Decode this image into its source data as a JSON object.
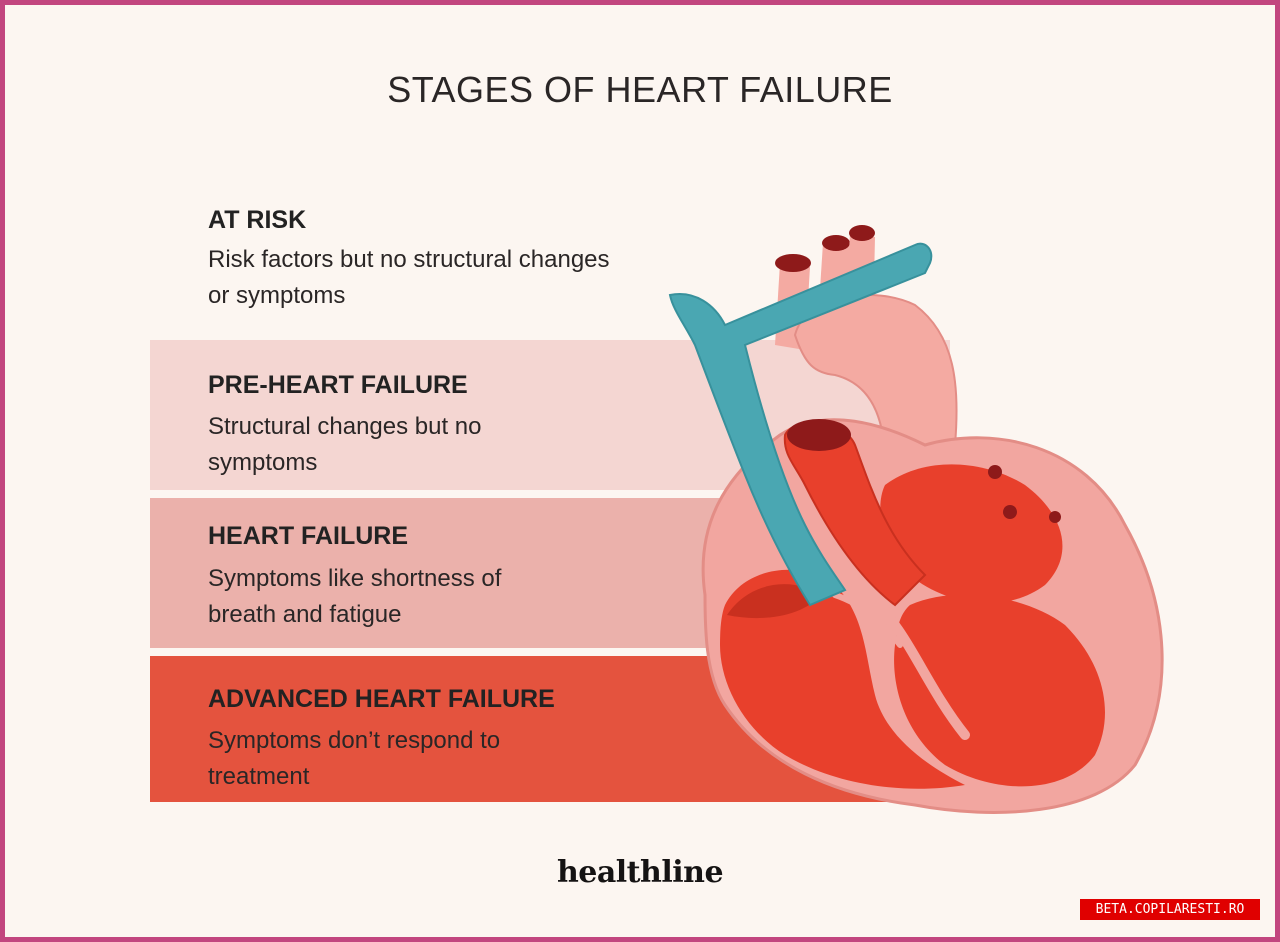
{
  "title": "STAGES OF HEART FAILURE",
  "stages": [
    {
      "name": "AT RISK",
      "description": "Risk factors but no structural changes or symptoms"
    },
    {
      "name": "PRE-HEART FAILURE",
      "description": "Structural changes but no symptoms"
    },
    {
      "name": "HEART FAILURE",
      "description": "Symptoms like shortness of breath and fatigue"
    },
    {
      "name": "ADVANCED HEART FAILURE",
      "description": "Symptoms don’t respond to treatment"
    }
  ],
  "brand": "healthline",
  "watermark": "BETA.COPILARESTI.RO",
  "colors": {
    "border": "#c2467f",
    "stage_1": "#fcf6f1",
    "stage_2": "#f4d6d2",
    "stage_3": "#ebb1ab",
    "stage_4": "#e4533e",
    "heart_red": "#e8402c",
    "vein_teal": "#4aa7b2",
    "heart_pink": "#f2a6a0"
  }
}
